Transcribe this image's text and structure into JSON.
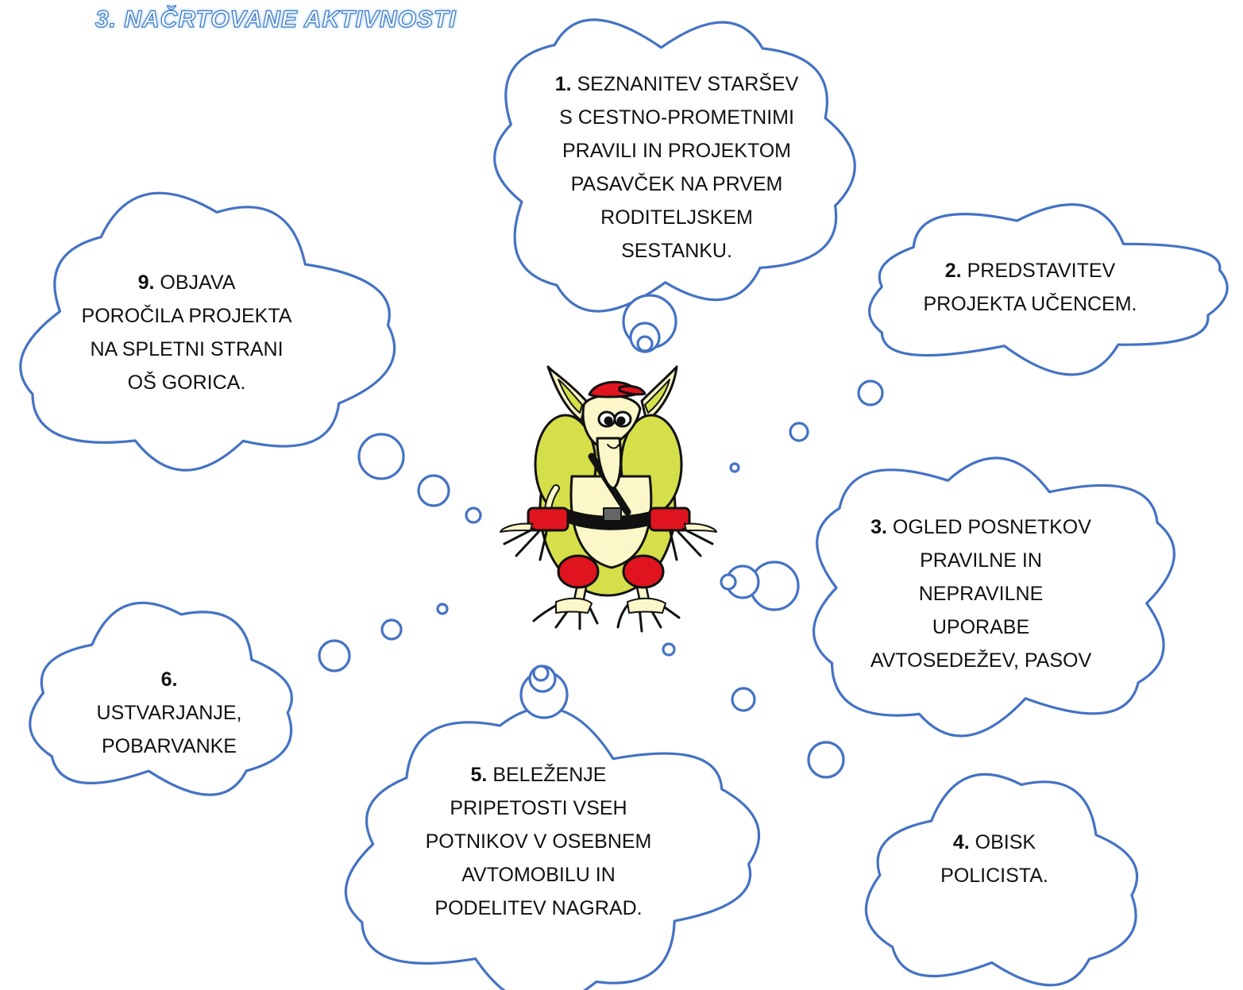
{
  "title": "3. NAČRTOVANE AKTIVNOSTI",
  "colors": {
    "cloud_stroke": "#4472c4",
    "mascot_body": "#fbf7c8",
    "mascot_shell": "#d4df4a",
    "mascot_red": "#e0141e"
  },
  "mascot": {
    "icon": "armadillo-pasavcek-mascot-icon"
  },
  "activities": [
    {
      "number": "1.",
      "text": "SEZNANITEV STARŠEV S CESTNO-PROMETNIMI PRAVILI IN PROJEKTOM PASAVČEK NA PRVEM RODITELJSKEM SESTANKU.",
      "lines": [
        "SEZNANITEV STARŠEV",
        "S CESTNO-PROMETNIMI",
        "PRAVILI IN PROJEKTOM",
        "PASAVČEK NA PRVEM",
        "RODITELJSKEM",
        "SESTANKU."
      ]
    },
    {
      "number": "2.",
      "text": "PREDSTAVITEV PROJEKTA UČENCEM.",
      "lines": [
        "PREDSTAVITEV",
        "PROJEKTA UČENCEM."
      ]
    },
    {
      "number": "3.",
      "text": "OGLED POSNETKOV PRAVILNE IN NEPRAVILNE UPORABE AVTOSEDEŽEV, PASOV",
      "lines": [
        "OGLED POSNETKOV",
        "PRAVILNE IN",
        "NEPRAVILNE",
        "UPORABE",
        "AVTOSEDEŽEV, PASOV"
      ]
    },
    {
      "number": "4.",
      "text": "OBISK POLICISTA.",
      "lines": [
        "OBISK",
        "POLICISTA."
      ]
    },
    {
      "number": "5.",
      "text": "BELEŽENJE PRIPETOSTI VSEH POTNIKOV V OSEBNEM AVTOMOBILU IN PODELITEV NAGRAD.",
      "lines": [
        "BELEŽENJE",
        "PRIPETOSTI VSEH",
        "POTNIKOV V OSEBNEM",
        "AVTOMOBILU IN",
        "PODELITEV NAGRAD."
      ]
    },
    {
      "number": "6.",
      "text": "USTVARJANJE, POBARVANKE",
      "lines": [
        "",
        "USTVARJANJE,",
        "POBARVANKE"
      ]
    },
    {
      "number": "9.",
      "text": "OBJAVA POROČILA PROJEKTA NA SPLETNI STRANI OŠ GORICA.",
      "lines": [
        "OBJAVA",
        "POROČILA PROJEKTA",
        "NA SPLETNI STRANI",
        "OŠ GORICA."
      ]
    }
  ]
}
